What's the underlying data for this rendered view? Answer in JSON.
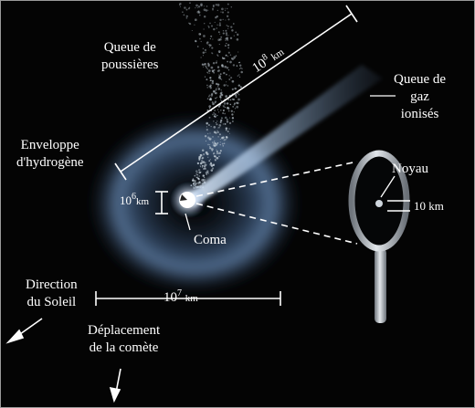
{
  "labels": {
    "dust_tail": [
      "Queue de",
      "poussières"
    ],
    "ion_tail": [
      "Queue de",
      "gaz",
      "ionisés"
    ],
    "hydrogen_envelope": [
      "Enveloppe",
      "d'hydrogène"
    ],
    "nucleus": "Noyau",
    "coma": "Coma",
    "sun_direction": [
      "Direction",
      "du Soleil"
    ],
    "comet_motion": [
      "Déplacement",
      "de la comète"
    ]
  },
  "scales": {
    "tail_length": {
      "base": "10",
      "exp": "8",
      "unit": "km"
    },
    "envelope_width": {
      "base": "10",
      "exp": "7",
      "unit": "km"
    },
    "coma_size": {
      "base": "10",
      "exp": "6",
      "unit": "km"
    },
    "nucleus_size": "10 km"
  },
  "colors": {
    "background": "#040404",
    "envelope": "#5f86b6",
    "ion_tail": "#b9d3ec",
    "dust": "#c8d3dc",
    "coma": "#ffffff",
    "lines": "#ffffff",
    "magnifier": "#b9bec4"
  }
}
